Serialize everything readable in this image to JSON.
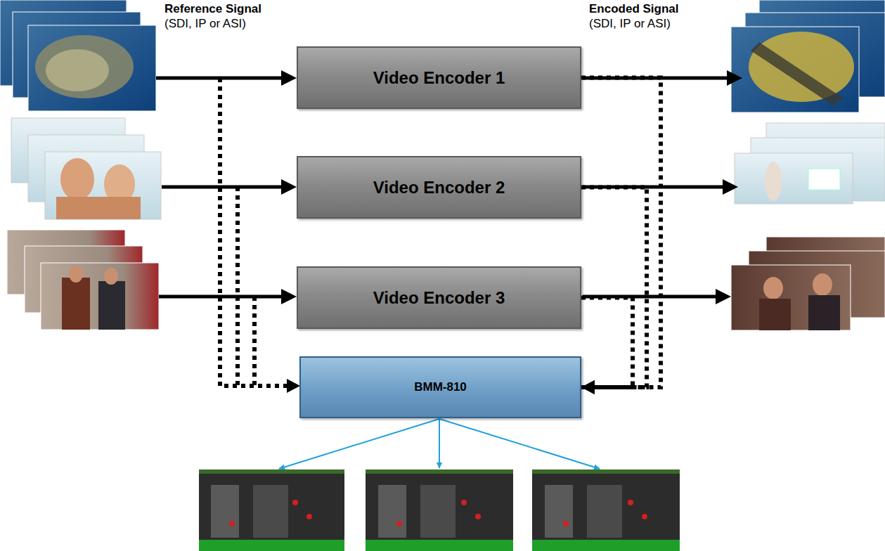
{
  "diagram": {
    "nodes": [
      {
        "text": [
          "Video Encoder 1"
        ]
      },
      {
        "text": [
          "Video Encoder 2"
        ]
      },
      {
        "text": [
          "Video Encoder 3"
        ]
      },
      {
        "text": [
          "BMM-810"
        ]
      }
    ],
    "edges": [
      {
        "from": 0,
        "to": 3,
        "arrow": "to"
      },
      {
        "from": 1,
        "to": 3,
        "arrow": "to"
      },
      {
        "from": 2,
        "to": 3,
        "arrow": "to"
      }
    ],
    "labels": [
      "Reference Signal",
      "(SDI, IP or ASI)",
      "Encoded Signal",
      "(SDI, IP or ASI)"
    ]
  }
}
